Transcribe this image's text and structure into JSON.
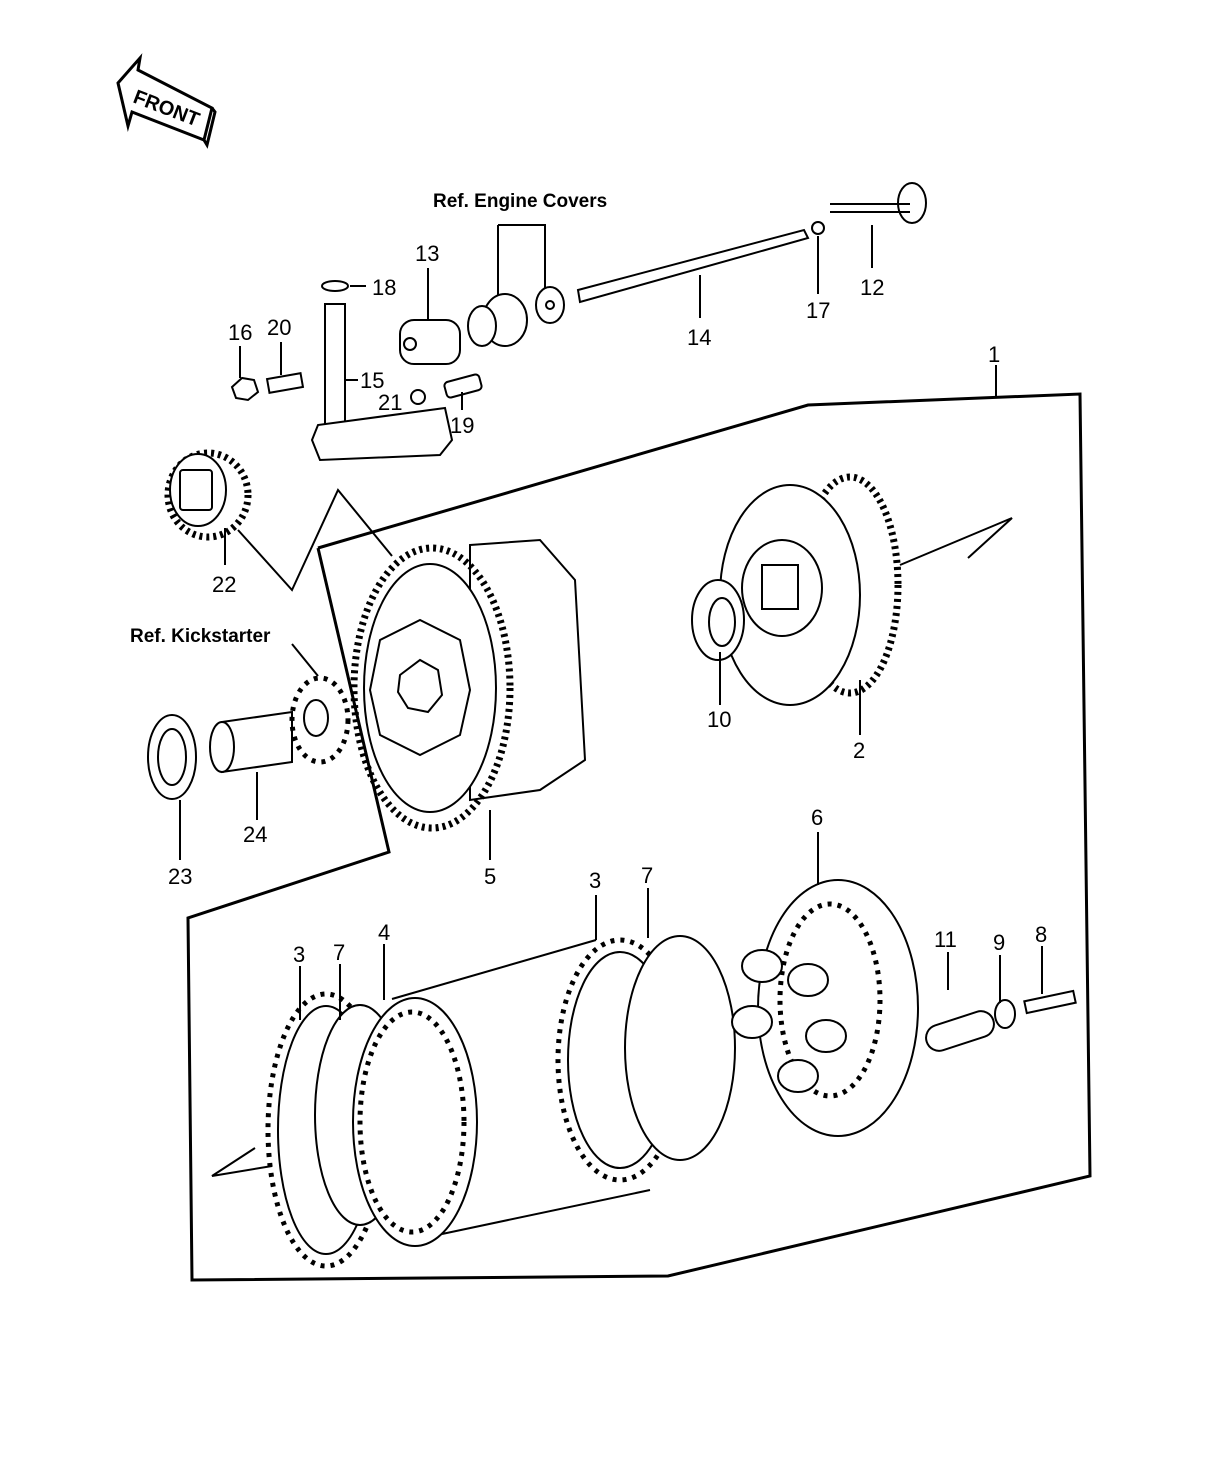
{
  "orientation": {
    "label": "FRONT",
    "icon": "front-arrow-icon"
  },
  "references": {
    "engine_covers": "Ref. Engine Covers",
    "kickstarter": "Ref. Kickstarter"
  },
  "callouts": [
    {
      "id": "c1",
      "label": "1",
      "part": "clutch-assembly"
    },
    {
      "id": "c2",
      "label": "2",
      "part": "clutch-hub"
    },
    {
      "id": "c3a",
      "label": "3",
      "part": "friction-plate"
    },
    {
      "id": "c3b",
      "label": "3",
      "part": "friction-plate"
    },
    {
      "id": "c4",
      "label": "4",
      "part": "steel-plate"
    },
    {
      "id": "c5",
      "label": "5",
      "part": "clutch-housing"
    },
    {
      "id": "c6",
      "label": "6",
      "part": "pressure-plate"
    },
    {
      "id": "c7a",
      "label": "7",
      "part": "spring-plate"
    },
    {
      "id": "c7b",
      "label": "7",
      "part": "spring-plate"
    },
    {
      "id": "c8",
      "label": "8",
      "part": "bolt"
    },
    {
      "id": "c9",
      "label": "9",
      "part": "washer"
    },
    {
      "id": "c10",
      "label": "10",
      "part": "thrust-washer"
    },
    {
      "id": "c11",
      "label": "11",
      "part": "clutch-spring"
    },
    {
      "id": "c12",
      "label": "12",
      "part": "pushrod-end"
    },
    {
      "id": "c13",
      "label": "13",
      "part": "release-cam"
    },
    {
      "id": "c14",
      "label": "14",
      "part": "pushrod"
    },
    {
      "id": "c15",
      "label": "15",
      "part": "release-shaft"
    },
    {
      "id": "c16",
      "label": "16",
      "part": "nut"
    },
    {
      "id": "c17",
      "label": "17",
      "part": "steel-ball"
    },
    {
      "id": "c18",
      "label": "18",
      "part": "oil-seal"
    },
    {
      "id": "c19",
      "label": "19",
      "part": "screw"
    },
    {
      "id": "c20",
      "label": "20",
      "part": "adjusting-screw"
    },
    {
      "id": "c21",
      "label": "21",
      "part": "lock-washer"
    },
    {
      "id": "c22",
      "label": "22",
      "part": "primary-gear"
    },
    {
      "id": "c23",
      "label": "23",
      "part": "washer"
    },
    {
      "id": "c24",
      "label": "24",
      "part": "sleeve"
    }
  ]
}
